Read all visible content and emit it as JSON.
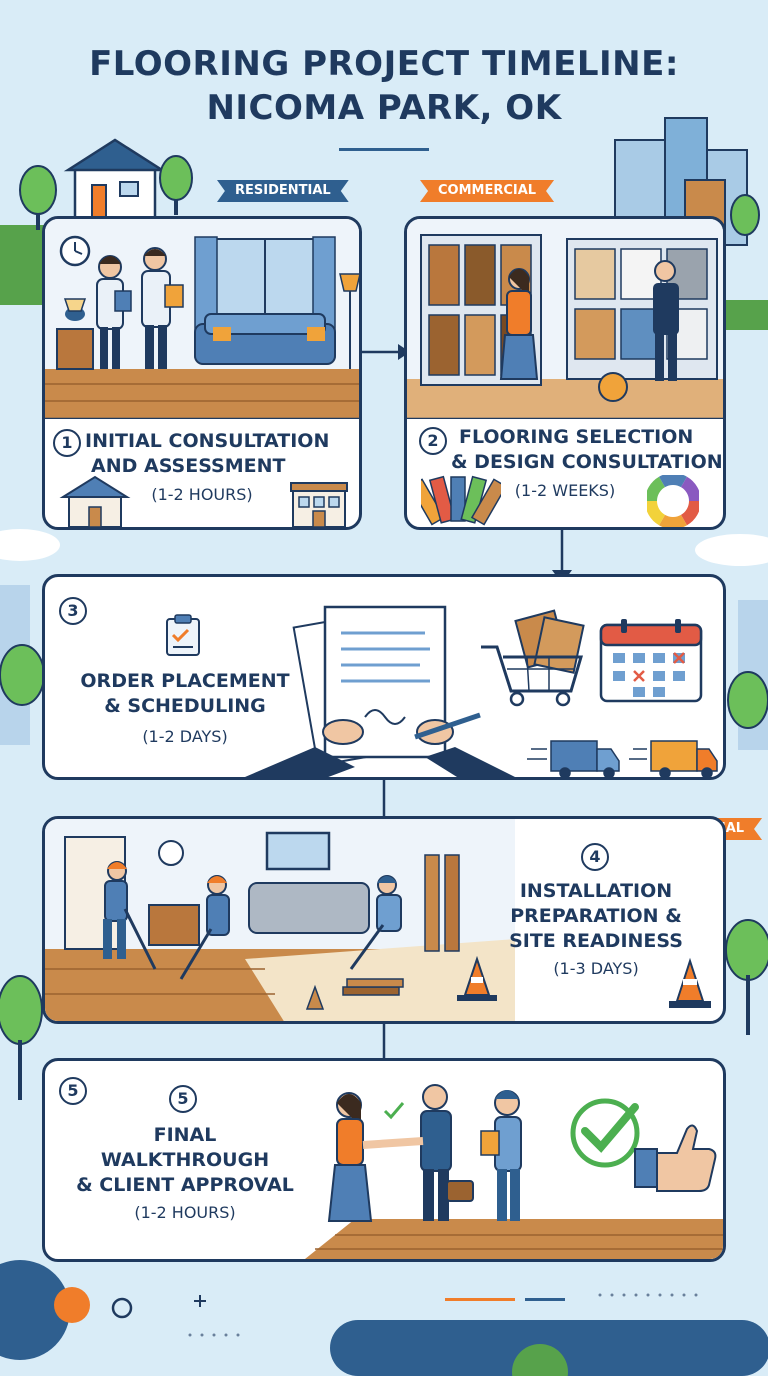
{
  "title": {
    "line1": "FLOORING PROJECT TIMELINE:",
    "line2": "NICOMA PARK, OK"
  },
  "ribbons": {
    "residential": "RESIDENTIAL",
    "commercial_top": "COMMERCIAL",
    "commercial_step4": "COMMERCIAL"
  },
  "steps": [
    {
      "number": "1",
      "title_line1": "INITIAL CONSULTATION",
      "title_line2": "AND ASSESSMENT",
      "duration": "(1-2 HOURS)"
    },
    {
      "number": "2",
      "title_line1": "FLOORING SELECTION",
      "title_line2": "& DESIGN CONSULTATION",
      "duration": "(1-2 WEEKS)"
    },
    {
      "number": "3",
      "title_line1": "ORDER PLACEMENT",
      "title_line2": "& SCHEDULING",
      "duration": "(1-2 DAYS)"
    },
    {
      "number": "4",
      "title_line1": "INSTALLATION",
      "title_line2": "PREPARATION &",
      "title_line3": "SITE READINESS",
      "duration": "(1-3 DAYS)"
    },
    {
      "number": "5",
      "number_secondary": "5",
      "title_line1": "FINAL",
      "title_line2": "WALKTHROUGH",
      "title_line3": "& CLIENT APPROVAL",
      "duration": "(1-2 HOURS)"
    }
  ],
  "colors": {
    "navy": "#1f3a5f",
    "orange": "#f07d2a",
    "background": "#d9ecf7",
    "wood": "#c98a4b",
    "green": "#4caf50"
  },
  "icons": [
    "clock-icon",
    "house-icon",
    "storefront-icon",
    "swatch-fan-icon",
    "color-wheel-icon",
    "checklist-icon",
    "contract-icon",
    "shopping-cart-icon",
    "calendar-icon",
    "delivery-truck-icon",
    "traffic-cone-icon",
    "checkmark-icon",
    "thumbs-up-icon"
  ]
}
